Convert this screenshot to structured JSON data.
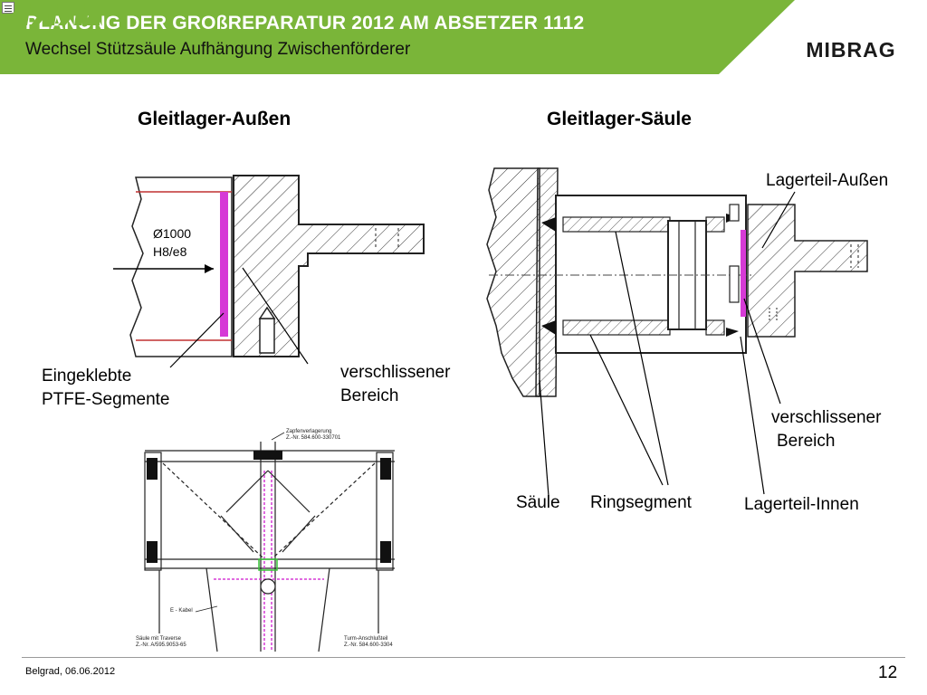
{
  "header": {
    "title": "PLANUNG DER GROßREPARATUR 2012 AM ABSETZER 1112",
    "subtitle": "Wechsel Stützsäule Aufhängung Zwischenförderer",
    "green_color": "#7ab539",
    "logo_text": "MIBRAG",
    "note_icon": "note-icon"
  },
  "diagrams": {
    "left_title": "Gleitlager-Außen",
    "right_title": "Gleitlager-Säule",
    "left_labels": {
      "diameter": "Ø1000",
      "fit": "H8/e8",
      "ptfe_line1": "Eingeklebte",
      "ptfe_line2": "PTFE-Segmente",
      "worn_line1": "verschlissener",
      "worn_line2": "Bereich"
    },
    "right_labels": {
      "outer_part": "Lagerteil-Außen",
      "worn_line1": "verschlissener",
      "worn_line2": "Bereich",
      "column": "Säule",
      "ring_segment": "Ringsegment",
      "inner_part": "Lagerteil-Innen"
    },
    "bottom_labels": {
      "pin_line1": "Zapfenverlagerung",
      "pin_line2": "Z.-Nr. 584.600-330701",
      "cable": "E - Kabel",
      "column_line1": "Säule mit Traverse",
      "column_line2": "Z.-Nr. A/595.9053-65",
      "tower_line1": "Turm-Anschlußteil",
      "tower_line2": "Z.-Nr. 584.600-3304"
    },
    "ptfe_color": "#d63ad6"
  },
  "footer": {
    "location_date": "Belgrad, 06.06.2012",
    "page_number": "12"
  }
}
